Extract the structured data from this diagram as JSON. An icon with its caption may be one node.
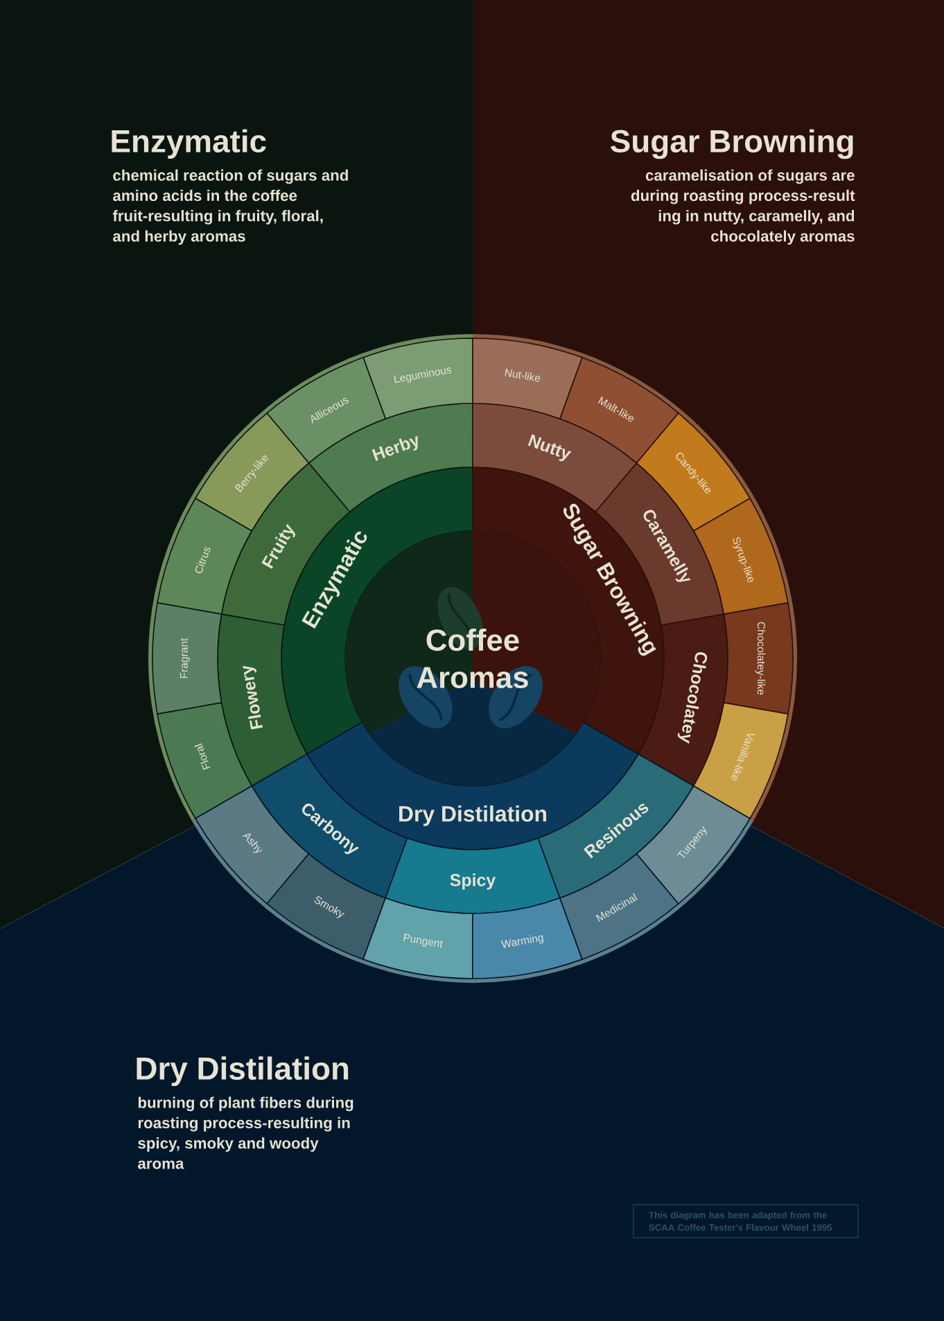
{
  "diagram": {
    "nodes": [
      {
        "text": [
          "Enzymatic",
          "chemical reaction of sugars and amino acids in the coffee fruit-resulting in fruity, floral, and herby aromas"
        ]
      },
      {
        "text": [
          "Sugar Browning",
          "caramelisation of sugars are during roasting process-result ing in nutty, caramelly, and chocolately aromas"
        ]
      },
      {
        "text": [
          "Dry Distilation",
          "burning of plant fibers during roasting process-resulting in spicy, smoky and woody aroma"
        ]
      },
      {
        "text": [
          "Coffee Aromas"
        ]
      },
      {
        "text": [
          "Enzymatic"
        ],
        "in": 0
      },
      {
        "text": [
          "Sugar Browning"
        ],
        "in": 1
      },
      {
        "text": [
          "Dry Distilation"
        ],
        "in": 2
      },
      {
        "text": [
          "Herby"
        ],
        "in": 0
      },
      {
        "text": [
          "Fruity"
        ],
        "in": 0
      },
      {
        "text": [
          "Flowery"
        ],
        "in": 0
      },
      {
        "text": [
          "Nutty"
        ],
        "in": 1
      },
      {
        "text": [
          "Caramelly"
        ],
        "in": 1
      },
      {
        "text": [
          "Chocolatey"
        ],
        "in": 1
      },
      {
        "text": [
          "Carbony"
        ],
        "in": 2
      },
      {
        "text": [
          "Spicy"
        ],
        "in": 2
      },
      {
        "text": [
          "Resinous"
        ],
        "in": 2
      },
      {
        "text": [
          "Leguminous"
        ],
        "in": 0
      },
      {
        "text": [
          "Alliceous"
        ],
        "in": 0
      },
      {
        "text": [
          "Berry-like"
        ],
        "in": 0
      },
      {
        "text": [
          "Citrus"
        ],
        "in": 0
      },
      {
        "text": [
          "Fragrant"
        ],
        "in": 0
      },
      {
        "text": [
          "Floral"
        ],
        "in": 0
      },
      {
        "text": [
          "Nut-like"
        ],
        "in": 1
      },
      {
        "text": [
          "Malt-like"
        ],
        "in": 1
      },
      {
        "text": [
          "Candy-like"
        ],
        "in": 1
      },
      {
        "text": [
          "Syrup-like"
        ],
        "in": 1
      },
      {
        "text": [
          "Chocolatey-like"
        ],
        "in": 1
      },
      {
        "text": [
          "Vanilla-like"
        ],
        "in": 1
      },
      {
        "text": [
          "Ashy"
        ],
        "in": 2
      },
      {
        "text": [
          "Smoky"
        ],
        "in": 2
      },
      {
        "text": [
          "Pungent"
        ],
        "in": 2
      },
      {
        "text": [
          "Warming"
        ],
        "in": 2
      },
      {
        "text": [
          "Medicinal"
        ],
        "in": 2
      },
      {
        "text": [
          "Turpeny"
        ],
        "in": 2
      },
      {
        "text": [
          "This diagram has been adapted from the SCAA Coffee Tester's Flavour Wheel 1995"
        ],
        "in": 2
      }
    ]
  }
}
